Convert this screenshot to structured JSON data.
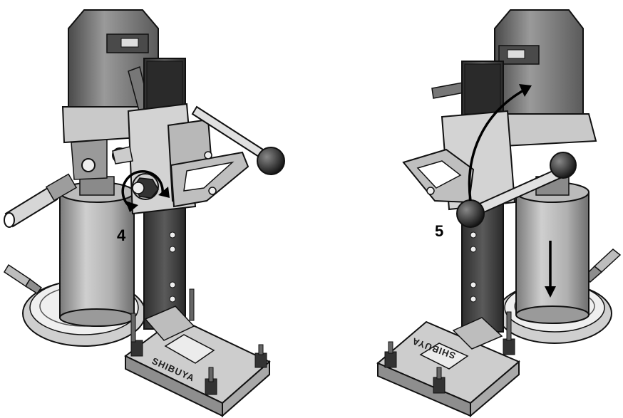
{
  "steps": [
    {
      "label": "4",
      "action": "rotate-clockwise"
    },
    {
      "label": "5",
      "action": "lift-up-and-over"
    }
  ],
  "brand": {
    "left": "SHIBUYA",
    "right": "SHIBUYA"
  },
  "colors": {
    "background": "#ffffff",
    "metal_light": "#d9d9d9",
    "metal_mid": "#a8a8a8",
    "metal_dark": "#555555",
    "column": "#3a3a3a",
    "outline": "#111111",
    "arrow": "#000000"
  }
}
